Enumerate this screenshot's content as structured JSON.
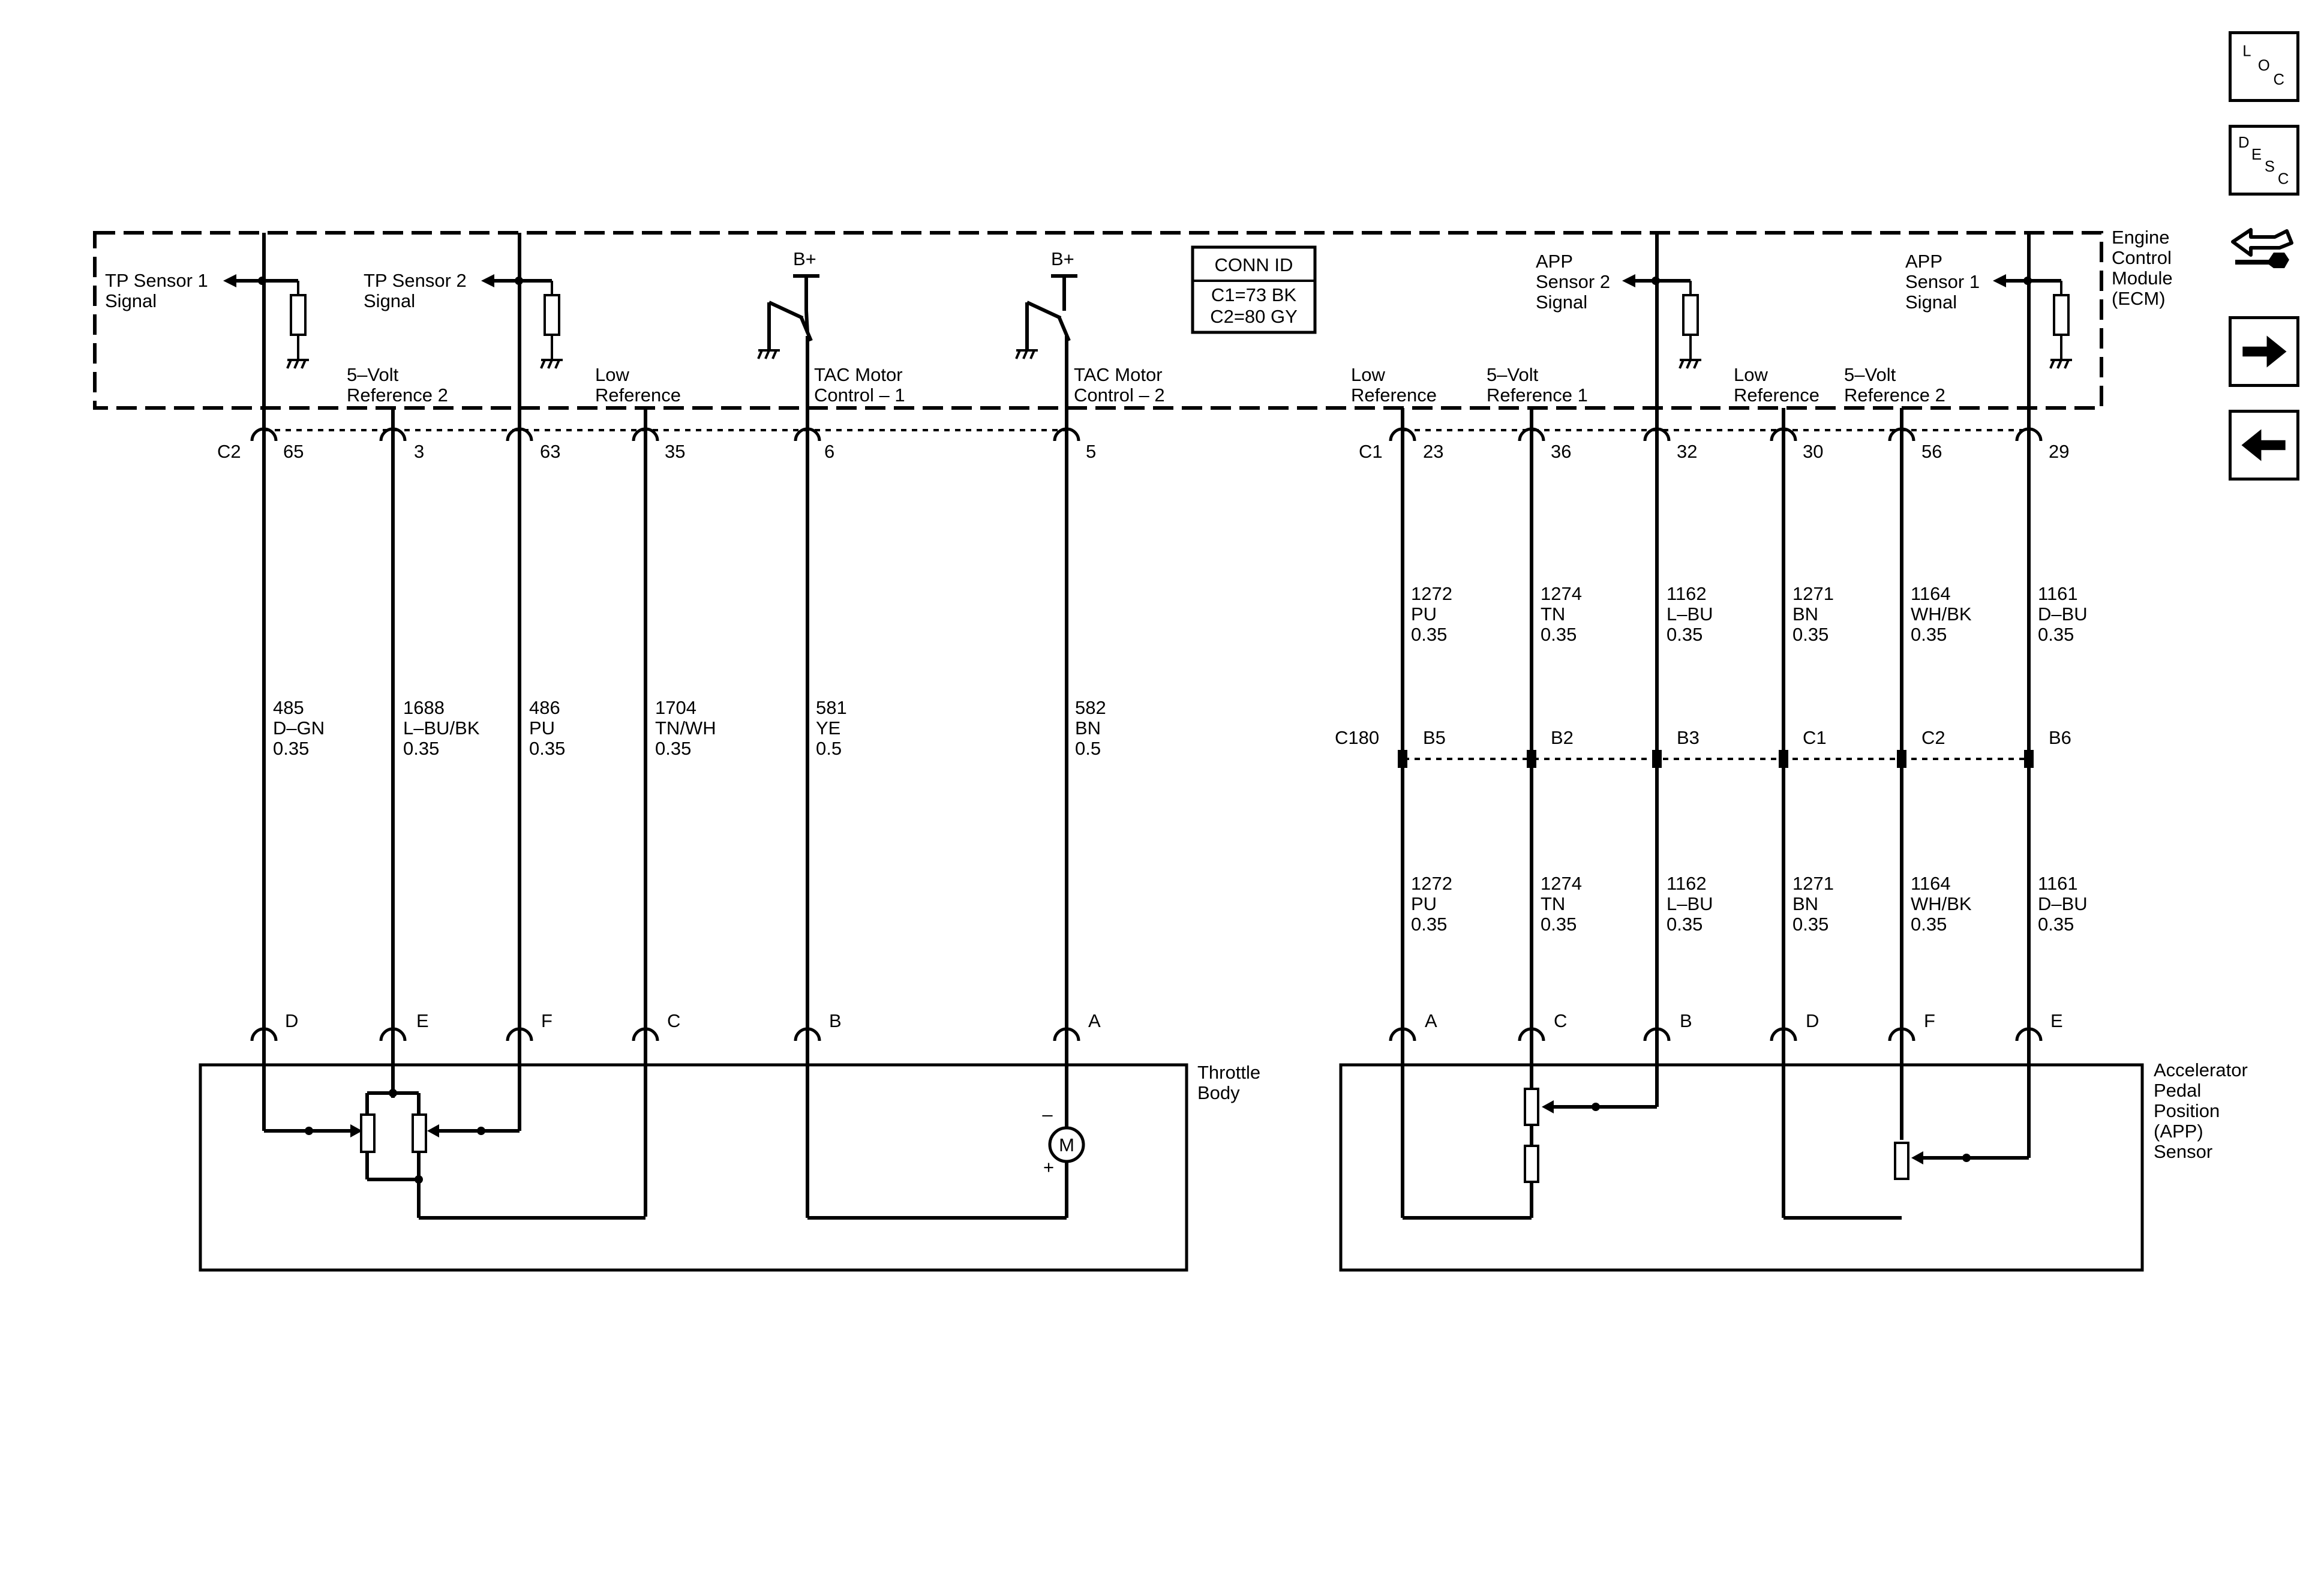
{
  "nav": {
    "loc": [
      "L",
      "O",
      "C"
    ],
    "desc": [
      "D",
      "E",
      "S",
      "C"
    ]
  },
  "conn_id": {
    "title": "CONN ID",
    "c1": "C1=73 BK",
    "c2": "C2=80 GY"
  },
  "ecm": {
    "label": [
      "Engine",
      "Control",
      "Module",
      "(ECM)"
    ]
  },
  "ecm_labels": {
    "tp1": [
      "TP Sensor 1",
      "Signal"
    ],
    "tp2": [
      "TP Sensor 2",
      "Signal"
    ],
    "ref2": [
      "5–Volt",
      "Reference 2"
    ],
    "lowref": [
      "Low",
      "Reference"
    ],
    "tac1": [
      "TAC Motor",
      "Control – 1"
    ],
    "tac2": [
      "TAC Motor",
      "Control – 2"
    ],
    "bplus": "B+",
    "app2": [
      "APP",
      "Sensor 2",
      "Signal"
    ],
    "app1": [
      "APP",
      "Sensor 1",
      "Signal"
    ],
    "r_lowref1": [
      "Low",
      "Reference"
    ],
    "r_ref1": [
      "5–Volt",
      "Reference 1"
    ],
    "r_lowref2": [
      "Low",
      "Reference"
    ],
    "r_ref2": [
      "5–Volt",
      "Reference 2"
    ]
  },
  "connectors": {
    "c2": "C2",
    "c1": "C1",
    "c180": "C180"
  },
  "left_circuits": [
    {
      "pin": "65",
      "wire": [
        "485",
        "D–GN",
        "0.35"
      ],
      "end": "D"
    },
    {
      "pin": "3",
      "wire": [
        "1688",
        "L–BU/BK",
        "0.35"
      ],
      "end": "E"
    },
    {
      "pin": "63",
      "wire": [
        "486",
        "PU",
        "0.35"
      ],
      "end": "F"
    },
    {
      "pin": "35",
      "wire": [
        "1704",
        "TN/WH",
        "0.35"
      ],
      "end": "C"
    },
    {
      "pin": "6",
      "wire": [
        "581",
        "YE",
        "0.5"
      ],
      "end": "B"
    },
    {
      "pin": "5",
      "wire": [
        "582",
        "BN",
        "0.5"
      ],
      "end": "A"
    }
  ],
  "right_circuits": [
    {
      "pin": "23",
      "upper": [
        "1272",
        "PU",
        "0.35"
      ],
      "c180": "B5",
      "lower": [
        "1272",
        "PU",
        "0.35"
      ],
      "end": "A"
    },
    {
      "pin": "36",
      "upper": [
        "1274",
        "TN",
        "0.35"
      ],
      "c180": "B2",
      "lower": [
        "1274",
        "TN",
        "0.35"
      ],
      "end": "C"
    },
    {
      "pin": "32",
      "upper": [
        "1162",
        "L–BU",
        "0.35"
      ],
      "c180": "B3",
      "lower": [
        "1162",
        "L–BU",
        "0.35"
      ],
      "end": "B"
    },
    {
      "pin": "30",
      "upper": [
        "1271",
        "BN",
        "0.35"
      ],
      "c180": "C1",
      "lower": [
        "1271",
        "BN",
        "0.35"
      ],
      "end": "D"
    },
    {
      "pin": "56",
      "upper": [
        "1164",
        "WH/BK",
        "0.35"
      ],
      "c180": "C2",
      "lower": [
        "1164",
        "WH/BK",
        "0.35"
      ],
      "end": "F"
    },
    {
      "pin": "29",
      "upper": [
        "1161",
        "D–BU",
        "0.35"
      ],
      "c180": "B6",
      "lower": [
        "1161",
        "D–BU",
        "0.35"
      ],
      "end": "E"
    }
  ],
  "throttle": {
    "label": [
      "Throttle",
      "Body"
    ],
    "motor": "M",
    "minus": "–",
    "plus": "+"
  },
  "app_sensor": {
    "label": [
      "Accelerator",
      "Pedal",
      "Position",
      "(APP)",
      "Sensor"
    ]
  }
}
